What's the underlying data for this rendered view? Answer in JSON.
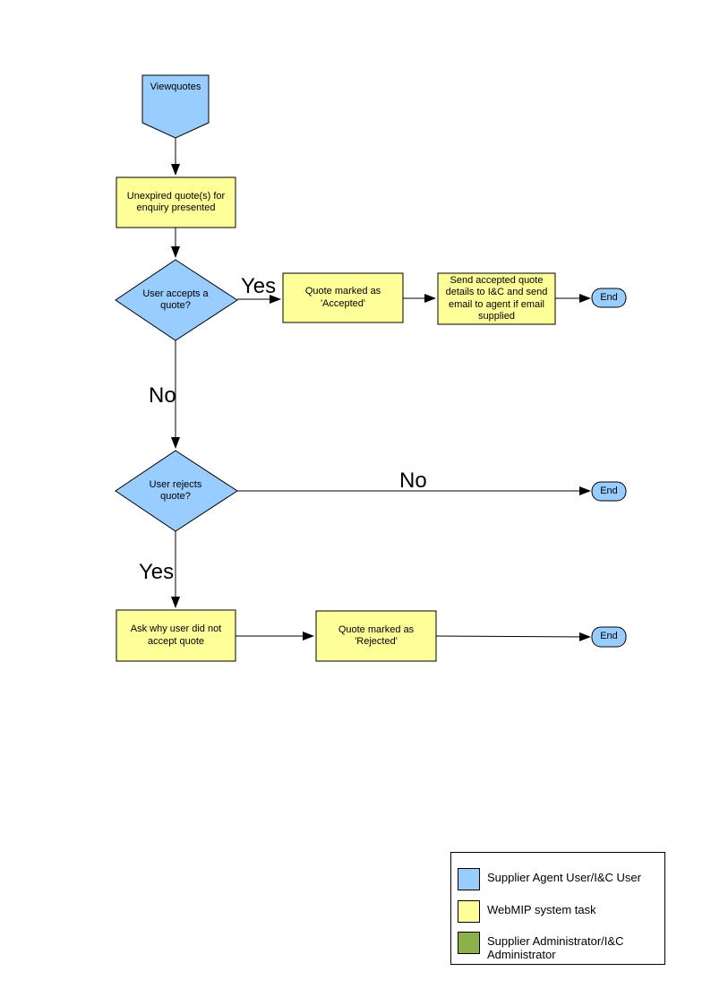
{
  "colors": {
    "user_node": "#99CCFF",
    "system_task_node": "#FFFF99",
    "admin_node": "#8CB04A",
    "connector": "#000000",
    "node_border": "#000000",
    "page_background": "#FFFFFF"
  },
  "flowchart": {
    "start": {
      "label": "Viewquotes"
    },
    "unexpired_quotes": {
      "label": "Unexpired quote(s) for enquiry presented"
    },
    "accept_decision": {
      "label": "User accepts a quote?"
    },
    "accept_yes_label": "Yes",
    "accept_no_label": "No",
    "marked_accepted": {
      "label": "Quote marked as 'Accepted'"
    },
    "send_details": {
      "label": "Send accepted quote details to I&C and send email to agent if email supplied"
    },
    "end_accept": {
      "label": "End"
    },
    "reject_decision": {
      "label": "User rejects quote?"
    },
    "reject_no_label": "No",
    "reject_yes_label": "Yes",
    "ask_why": {
      "label": "Ask why user did not accept quote"
    },
    "marked_rejected": {
      "label": "Quote marked as 'Rejected'"
    },
    "end_reject_no": {
      "label": "End"
    },
    "end_reject_yes": {
      "label": "End"
    }
  },
  "legend": {
    "items": [
      {
        "swatch_color": "#99CCFF",
        "label": "Supplier Agent User/I&C User"
      },
      {
        "swatch_color": "#FFFF99",
        "label": "WebMIP system task"
      },
      {
        "swatch_color": "#8CB04A",
        "label": "Supplier Administrator/I&C Administrator"
      }
    ]
  }
}
